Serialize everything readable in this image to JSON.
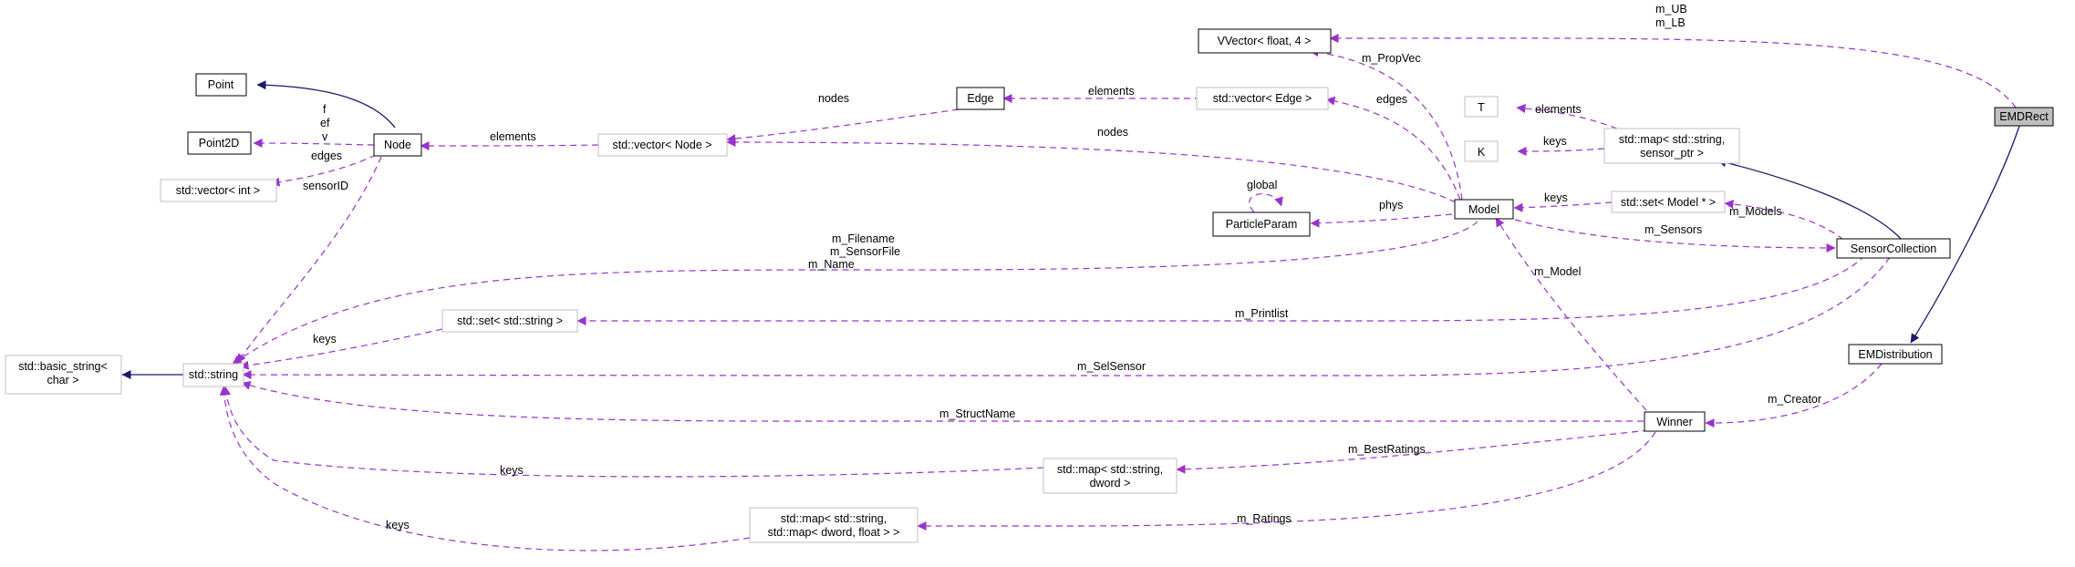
{
  "colors": {
    "inheritance": "#191970",
    "usage": "#9a32cd",
    "node_border_bold": "#000000",
    "node_border_light": "#bfbfbf",
    "highlight_fill": "#bfbfbf"
  },
  "nodes": {
    "emdrect": "EMDRect",
    "emdistribution": "EMDistribution",
    "sensorcollection": "SensorCollection",
    "winner": "Winner",
    "model": "Model",
    "vvector": "VVector< float, 4 >",
    "map_sensor_l1": "std::map< std::string,",
    "map_sensor_l2": "sensor_ptr >",
    "t": "T",
    "k": "K",
    "set_model": "std::set< Model * >",
    "vector_edge": "std::vector< Edge >",
    "edge": "Edge",
    "vector_node": "std::vector< Node >",
    "node": "Node",
    "point": "Point",
    "point2d": "Point2D",
    "vector_int": "std::vector< int >",
    "particleparam": "ParticleParam",
    "set_string": "std::set< std::string >",
    "string": "std::string",
    "basic_string_l1": "std::basic_string<",
    "basic_string_l2": "char >",
    "map_dword_l1": "std::map< std::string,",
    "map_dword_l2": "dword >",
    "map_ratings_l1": "std::map< std::string,",
    "map_ratings_l2": "std::map< dword, float > >"
  },
  "labels": {
    "m_ub": "m_UB",
    "m_lb": "m_LB",
    "m_propvec": "m_PropVec",
    "elements_t": "elements",
    "keys_k": "keys",
    "m_models": "m_Models",
    "keys_set": "keys",
    "m_sensors": "m_Sensors",
    "m_model": "m_Model",
    "m_creator": "m_Creator",
    "edges_model": "edges",
    "elements_edge": "elements",
    "nodes_edge": "nodes",
    "nodes_model": "nodes",
    "elements_node": "elements",
    "f": "f",
    "ef": "ef",
    "v": "v",
    "edges_node": "edges",
    "sensorid": "sensorID",
    "global": "global",
    "phys": "phys",
    "m_filename": "m_Filename",
    "m_sensorfile": "m_SensorFile",
    "m_name": "m_Name",
    "m_printlist": "m_Printlist",
    "keys_setstring": "keys",
    "m_selsensor": "m_SelSensor",
    "m_structname": "m_StructName",
    "m_bestratings": "m_BestRatings",
    "keys_mapdword": "keys",
    "m_ratings": "m_Ratings",
    "keys_mapratings": "keys"
  }
}
